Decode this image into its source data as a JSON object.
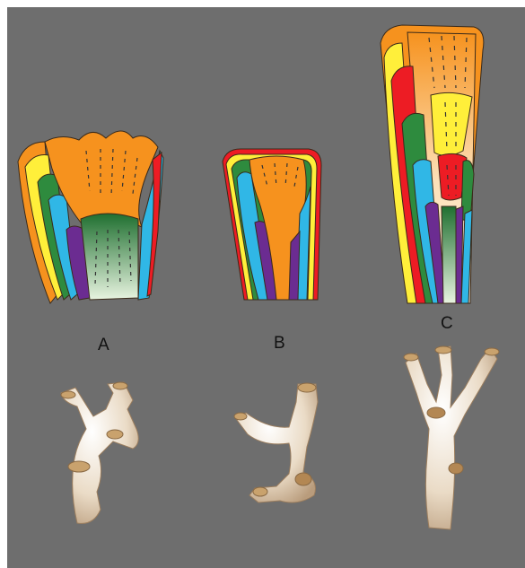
{
  "figure": {
    "labels": [
      "A",
      "B",
      "C"
    ],
    "colors": {
      "background": "#6e6e6e",
      "orange": "#f6921e",
      "red": "#ed1c24",
      "yellow": "#ffef3a",
      "green": "#2e8b3e",
      "cyan": "#30b7e6",
      "purple": "#6b2c91",
      "pale_orange": "#fde0b8",
      "skeleton": "#e6d6c1",
      "scale_bar": "#ffffff"
    }
  }
}
